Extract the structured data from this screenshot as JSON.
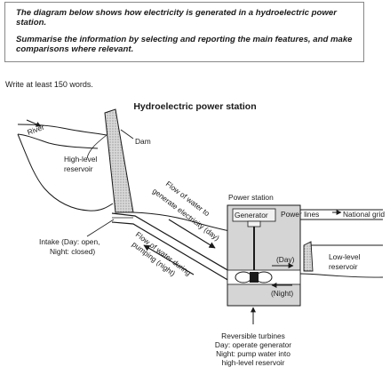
{
  "task": {
    "paragraph_1": "The diagram below shows how electricity is generated in a hydroelectric power station.",
    "paragraph_2": "Summarise the information by selecting and reporting the main features, and make comparisons where relevant."
  },
  "instruction": "Write at least 150 words.",
  "diagram": {
    "title": "Hydroelectric power station",
    "labels": {
      "river": "River",
      "dam": "Dam",
      "high_level_line1": "High-level",
      "high_level_line2": "reservoir",
      "intake_line1": "Intake (Day: open,",
      "intake_line2": "Night: closed)",
      "flow_day_line1": "Flow of water to",
      "flow_day_line2": "generate electricity (day)",
      "flow_night_line1": "Flow of water during",
      "flow_night_line2": "pumping (night)",
      "power_station": "Power station",
      "generator": "Generator",
      "power_lines": "Power lines",
      "national_grid": "National grid",
      "day": "(Day)",
      "night": "(Night)",
      "low_level_line1": "Low-level",
      "low_level_line2": "reservoir",
      "turbines_line1": "Reversible turbines",
      "turbines_line2": "Day: operate generator",
      "turbines_line3": "Night: pump water into",
      "turbines_line4": "high-level reservoir"
    }
  }
}
